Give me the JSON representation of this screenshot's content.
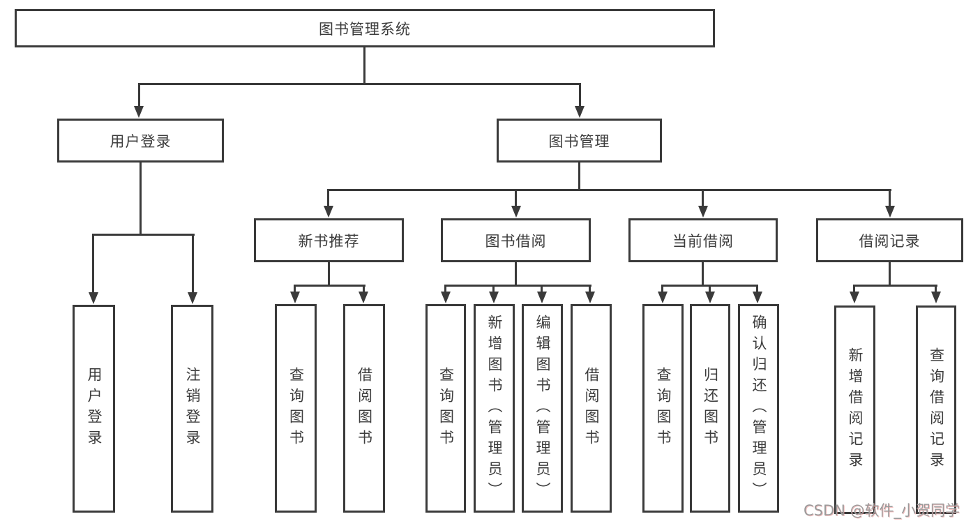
{
  "diagram": {
    "title": "图书管理系统",
    "watermark": "CSDN @软件_小贺同学",
    "colors": {
      "line": "#3a3a3a",
      "text": "#3c3c3c",
      "background": "#ffffff",
      "watermark": "#9b9b9b"
    },
    "nodes": {
      "root": {
        "label": "图书管理系统"
      },
      "level2": [
        {
          "label": "用户登录"
        },
        {
          "label": "图书管理"
        }
      ],
      "level3": [
        {
          "label": "新书推荐",
          "parent": "图书管理"
        },
        {
          "label": "图书借阅",
          "parent": "图书管理"
        },
        {
          "label": "当前借阅",
          "parent": "图书管理"
        },
        {
          "label": "借阅记录",
          "parent": "图书管理"
        }
      ],
      "leaves": [
        {
          "label": "用户登录",
          "parent": "用户登录"
        },
        {
          "label": "注销登录",
          "parent": "用户登录"
        },
        {
          "label": "查询图书",
          "parent": "新书推荐"
        },
        {
          "label": "借阅图书",
          "parent": "新书推荐"
        },
        {
          "label": "查询图书",
          "parent": "图书借阅"
        },
        {
          "label": "新增图书（管理员）",
          "parent": "图书借阅"
        },
        {
          "label": "编辑图书（管理员）",
          "parent": "图书借阅"
        },
        {
          "label": "借阅图书",
          "parent": "图书借阅"
        },
        {
          "label": "查询图书",
          "parent": "当前借阅"
        },
        {
          "label": "归还图书",
          "parent": "当前借阅"
        },
        {
          "label": "确认归还（管理员）",
          "parent": "当前借阅"
        },
        {
          "label": "新增借阅记录",
          "parent": "借阅记录"
        },
        {
          "label": "查询借阅记录",
          "parent": "借阅记录"
        }
      ]
    }
  }
}
